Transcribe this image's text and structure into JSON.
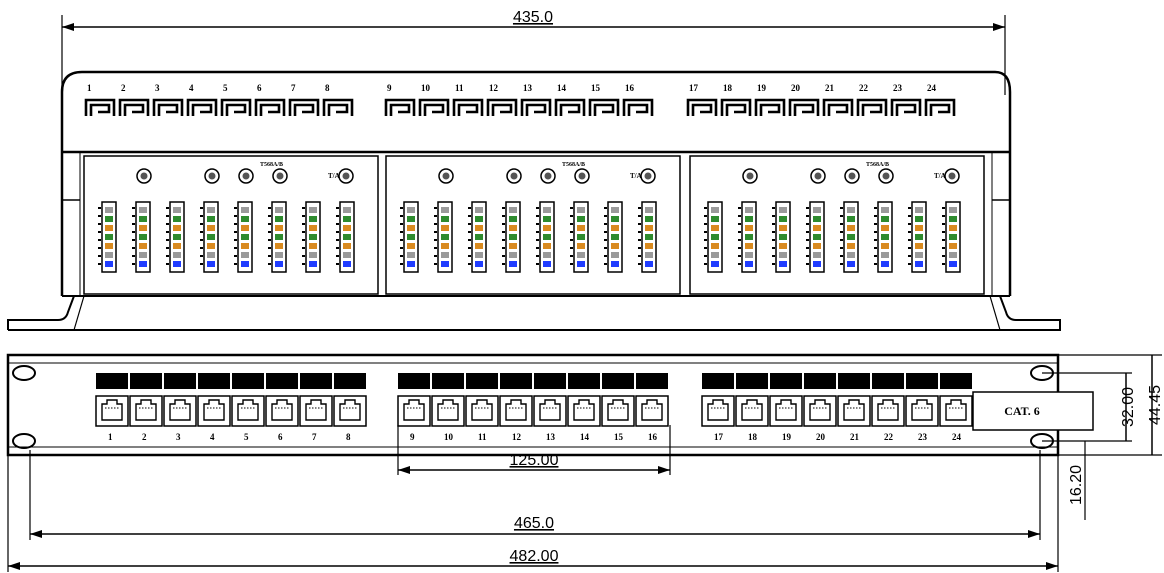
{
  "dimensions": {
    "top_width": "435.0",
    "module_span": "125.00",
    "ear_hole_span": "465.0",
    "overall_width": "482.00",
    "height_outer": "44.45",
    "height_inner": "32.00",
    "ear_offset": "16.20"
  },
  "top_view": {
    "port_numbers": [
      "1",
      "2",
      "3",
      "4",
      "5",
      "6",
      "7",
      "8",
      "9",
      "10",
      "11",
      "12",
      "13",
      "14",
      "15",
      "16",
      "17",
      "18",
      "19",
      "20",
      "21",
      "22",
      "23",
      "24"
    ],
    "module_caption": "T568A/B",
    "ta_label": "T/A"
  },
  "front_view": {
    "port_numbers": [
      "1",
      "2",
      "3",
      "4",
      "5",
      "6",
      "7",
      "8",
      "9",
      "10",
      "11",
      "12",
      "13",
      "14",
      "15",
      "16",
      "17",
      "18",
      "19",
      "20",
      "21",
      "22",
      "23",
      "24"
    ],
    "category_label": "CAT. 6"
  },
  "colors": {
    "line": "#000000",
    "jack_blue": "#1f3cff",
    "jack_green": "#2e8b2e",
    "jack_orange": "#d98a1f",
    "jack_gray": "#9a9a9a"
  }
}
